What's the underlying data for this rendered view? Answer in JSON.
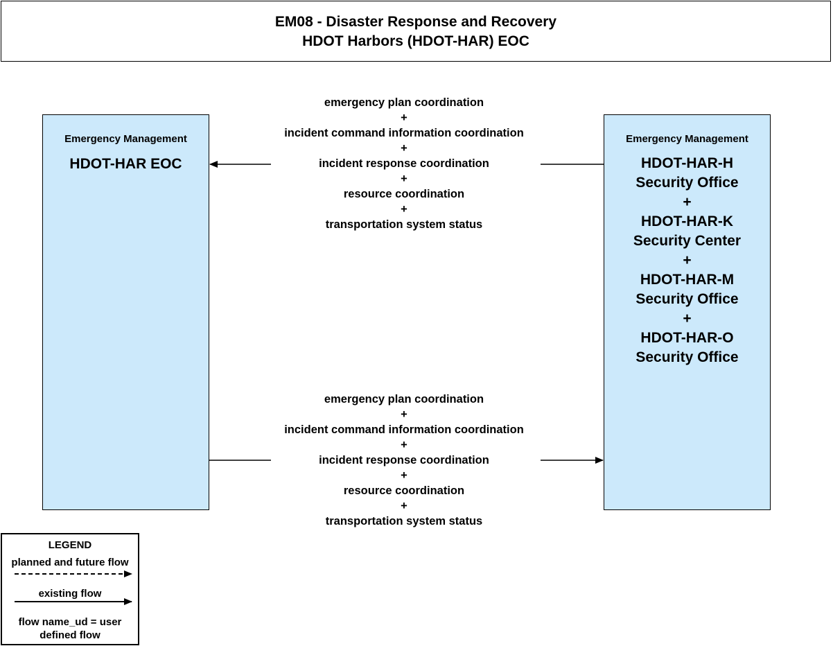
{
  "title": {
    "line1": "EM08 - Disaster Response and Recovery",
    "line2": "HDOT Harbors (HDOT-HAR) EOC"
  },
  "left_entity": {
    "category": "Emergency Management",
    "name": "HDOT-HAR EOC"
  },
  "right_entity": {
    "category": "Emergency Management",
    "name_lines": [
      "HDOT-HAR-H",
      "Security Office",
      "+",
      "HDOT-HAR-K",
      "Security Center",
      "+",
      "HDOT-HAR-M",
      "Security Office",
      "+",
      "HDOT-HAR-O",
      "Security Office"
    ]
  },
  "flows_to_left": {
    "lines": [
      "emergency plan coordination",
      "+",
      "incident command information coordination",
      "+",
      "incident response coordination",
      "+",
      "resource coordination",
      "+",
      "transportation system status"
    ],
    "type": "existing"
  },
  "flows_to_right": {
    "lines": [
      "emergency plan coordination",
      "+",
      "incident command information coordination",
      "+",
      "incident response coordination",
      "+",
      "resource coordination",
      "+",
      "transportation system status"
    ],
    "type": "existing"
  },
  "legend": {
    "title": "LEGEND",
    "planned": "planned and future flow",
    "existing": "existing flow",
    "user_defined": "flow name_ud = user defined flow"
  },
  "colors": {
    "entity_fill": "#cce9fb",
    "line": "#000000"
  }
}
